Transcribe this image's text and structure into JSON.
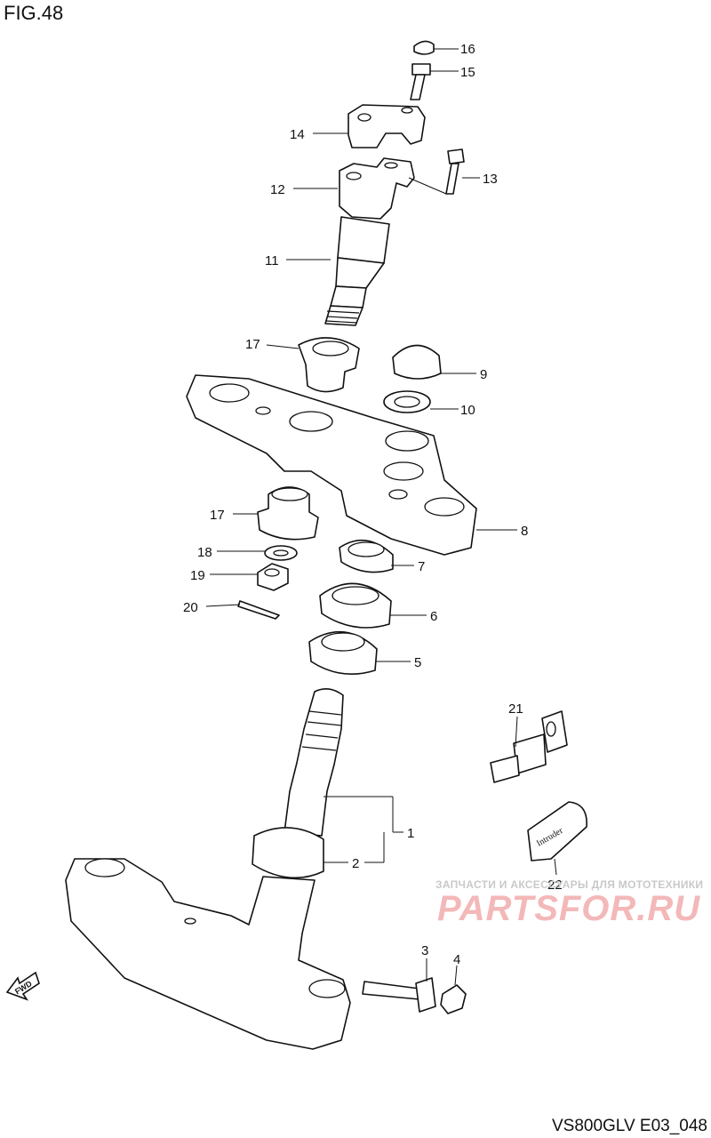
{
  "figure": {
    "title": "FIG.48",
    "code": "VS800GLV E03_048"
  },
  "watermark": {
    "tagline": "ЗАПЧАСТИ И АКСЕССУАРЫ ДЛЯ МОТОТЕХНИКИ",
    "logo": "PARTSFOR.RU"
  },
  "fwd_label": "FWD",
  "callouts": [
    {
      "id": "c16",
      "text": "16"
    },
    {
      "id": "c15",
      "text": "15"
    },
    {
      "id": "c14",
      "text": "14"
    },
    {
      "id": "c13",
      "text": "13"
    },
    {
      "id": "c12",
      "text": "12"
    },
    {
      "id": "c11",
      "text": "11"
    },
    {
      "id": "c17a",
      "text": "17"
    },
    {
      "id": "c9",
      "text": "9"
    },
    {
      "id": "c10",
      "text": "10"
    },
    {
      "id": "c8",
      "text": "8"
    },
    {
      "id": "c17b",
      "text": "17"
    },
    {
      "id": "c18",
      "text": "18"
    },
    {
      "id": "c19",
      "text": "19"
    },
    {
      "id": "c7",
      "text": "7"
    },
    {
      "id": "c20",
      "text": "20"
    },
    {
      "id": "c6",
      "text": "6"
    },
    {
      "id": "c5",
      "text": "5"
    },
    {
      "id": "c21",
      "text": "21"
    },
    {
      "id": "c1",
      "text": "1"
    },
    {
      "id": "c2",
      "text": "2"
    },
    {
      "id": "c22",
      "text": "22"
    },
    {
      "id": "c3",
      "text": "3"
    },
    {
      "id": "c4",
      "text": "4"
    }
  ]
}
